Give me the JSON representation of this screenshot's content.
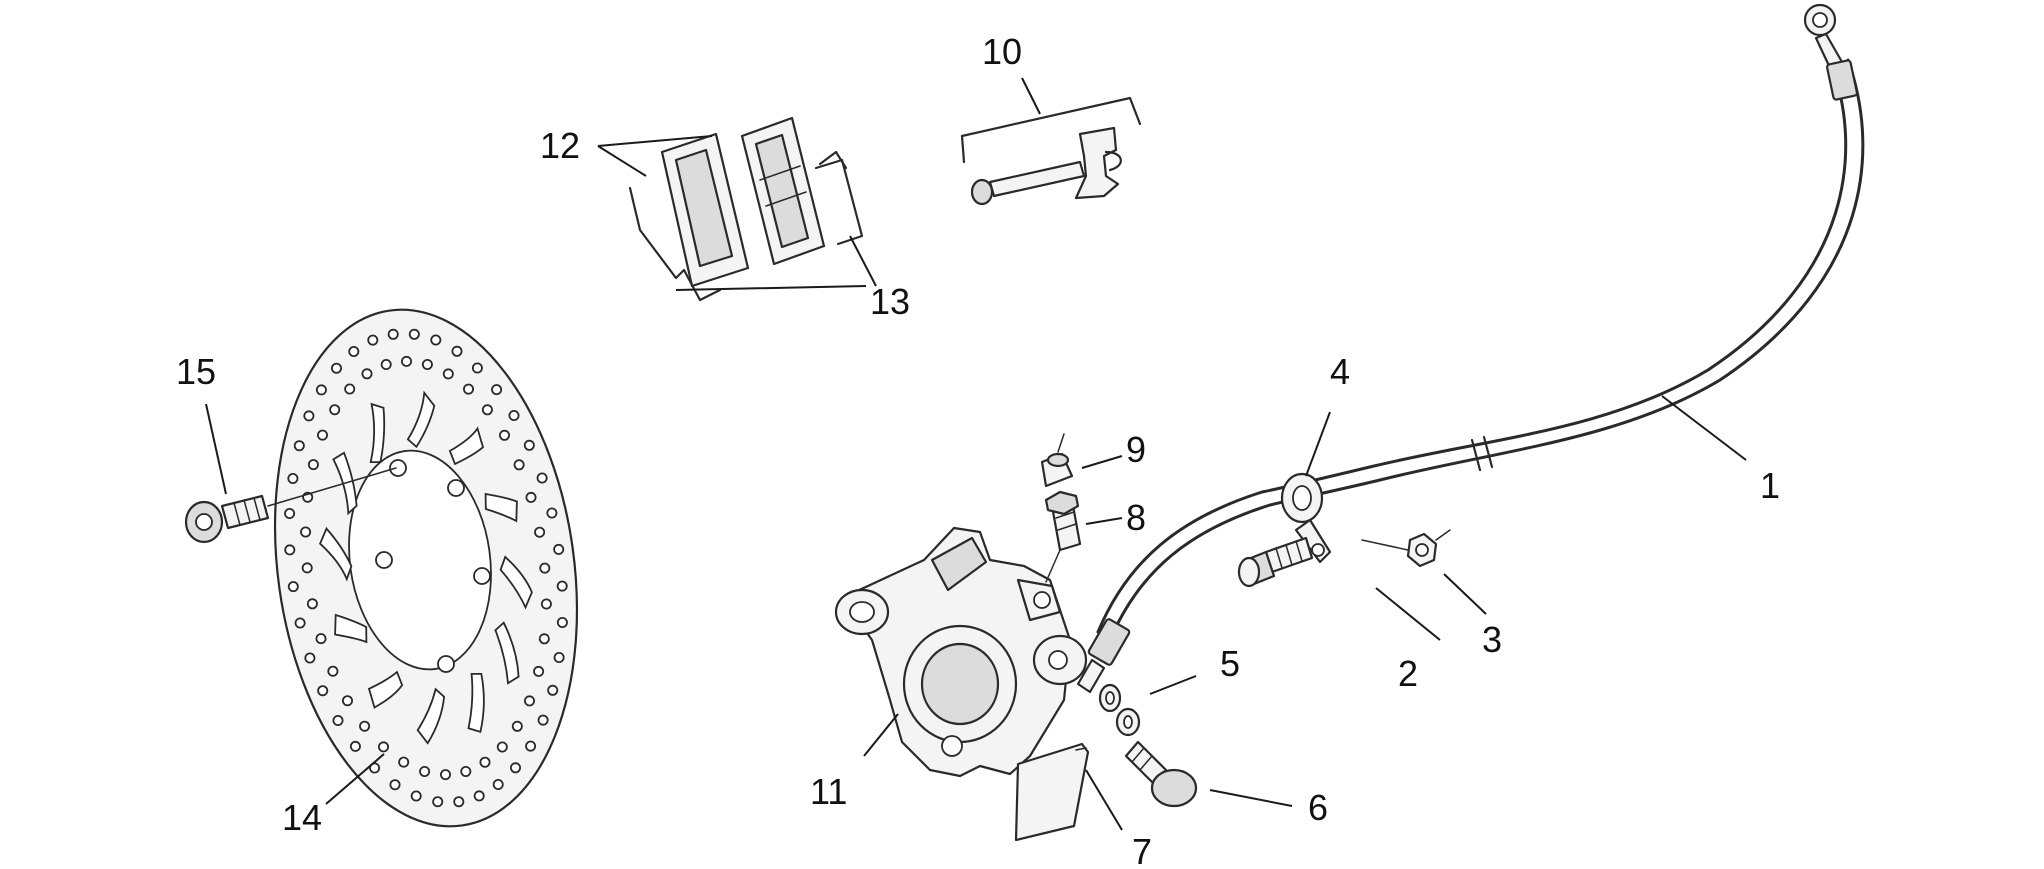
{
  "callouts": [
    {
      "id": "1",
      "label": "1"
    },
    {
      "id": "2",
      "label": "2"
    },
    {
      "id": "3",
      "label": "3"
    },
    {
      "id": "4",
      "label": "4"
    },
    {
      "id": "5",
      "label": "5"
    },
    {
      "id": "6",
      "label": "6"
    },
    {
      "id": "7",
      "label": "7"
    },
    {
      "id": "8",
      "label": "8"
    },
    {
      "id": "9",
      "label": "9"
    },
    {
      "id": "10",
      "label": "10"
    },
    {
      "id": "11",
      "label": "11"
    },
    {
      "id": "12",
      "label": "12"
    },
    {
      "id": "13",
      "label": "13"
    },
    {
      "id": "14",
      "label": "14"
    },
    {
      "id": "15",
      "label": "15"
    }
  ],
  "colors": {
    "ink": "#2a2a2a",
    "background": "#ffffff"
  }
}
